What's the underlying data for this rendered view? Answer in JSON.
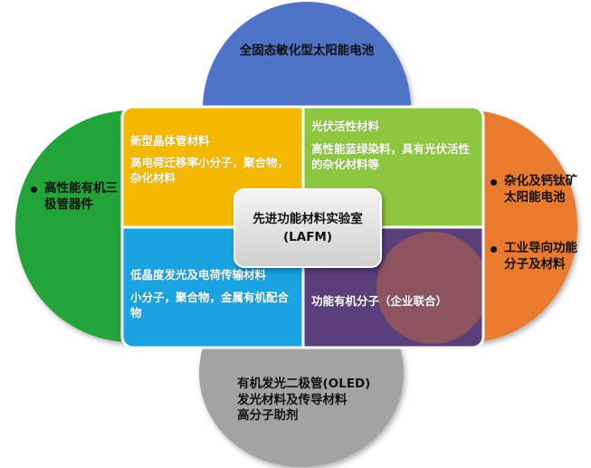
{
  "petals": {
    "top": {
      "label": "全固态敏化型太阳能电池",
      "color": "#4f73c6"
    },
    "left": {
      "label": "高性能有机三极管器件",
      "color": "#22a43a"
    },
    "right": {
      "items": [
        "杂化及钙钛矿太阳能电池",
        "工业导向功能分子及材料"
      ],
      "color": "#e97a2f"
    },
    "bottom": {
      "lines": [
        "有机发光二极管(OLED)",
        "发光材料及传导材料",
        "高分子助剂"
      ],
      "color": "#a3a3a3"
    }
  },
  "quadrants": {
    "top_left": {
      "title": "新型晶体管材料",
      "body": "高电荷迁移率小分子，聚合物，杂化材料",
      "color": "#f5b800"
    },
    "top_right": {
      "title": "光伏活性材料",
      "body": "高性能蓝绿染料，具有光伏活性的杂化材料等",
      "color": "#8dc63f"
    },
    "bottom_left": {
      "title": "低晶度发光及电荷传输材料",
      "body": "小分子，聚合物，金属有机配合物",
      "color": "#1aa3e0"
    },
    "bottom_right": {
      "title": "功能有机分子（企业联合）",
      "color": "#5a3f7a"
    }
  },
  "center": {
    "title": "先进功能材料实验室",
    "subtitle": "(LAFM)"
  }
}
